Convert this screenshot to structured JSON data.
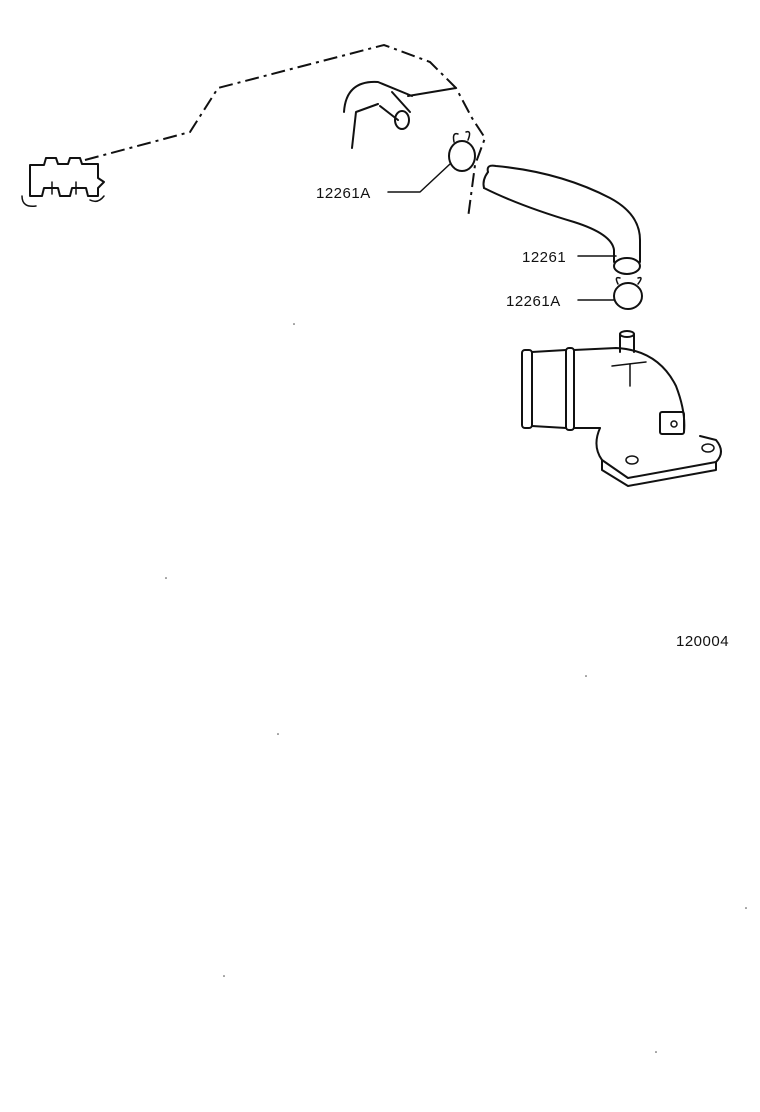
{
  "diagram": {
    "callouts": {
      "c1": "12261A",
      "c2": "12261",
      "c3": "12261A"
    },
    "figure_number": "120004",
    "line_color": "#111111",
    "background": "#ffffff"
  }
}
